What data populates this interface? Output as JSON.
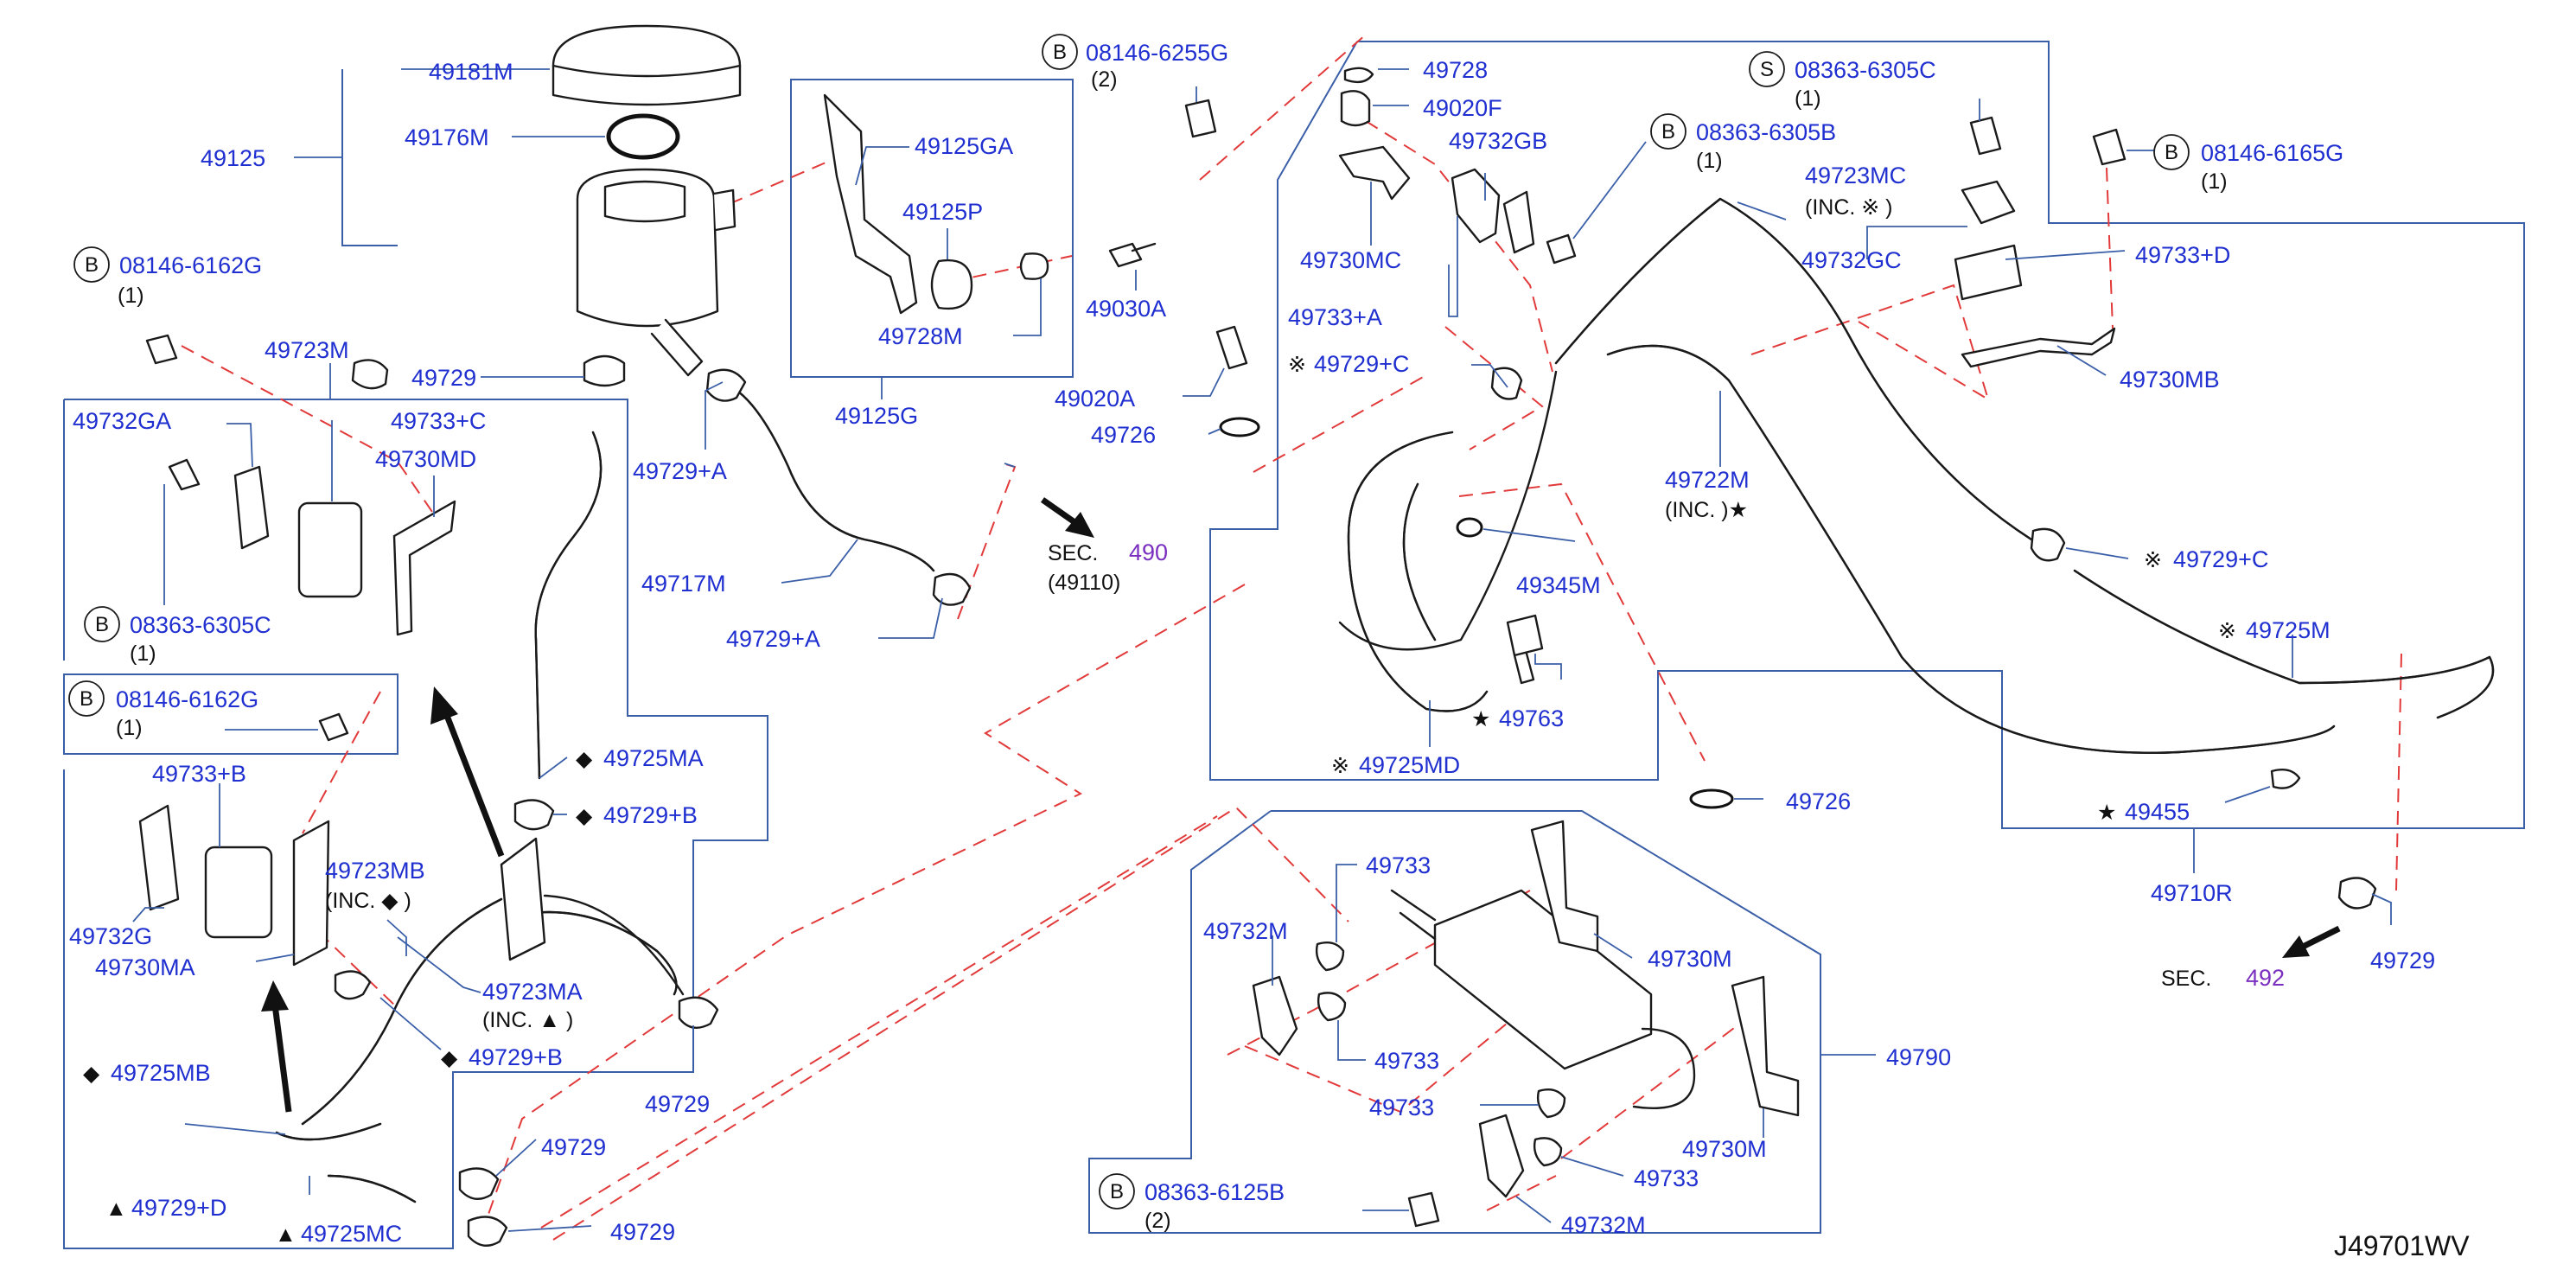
{
  "diagram_ref": "J49701WV",
  "fastener_prefix": "B",
  "fastener_prefix_s": "S",
  "parts": {
    "p49181M": "49181M",
    "p49176M": "49176M",
    "p49125": "49125",
    "p49125GA": "49125GA",
    "p49125P": "49125P",
    "p49030A": "49030A",
    "p49728M": "49728M",
    "p49125G": "49125G",
    "p49723M": "49723M",
    "p49729_top": "49729",
    "p49732GA": "49732GA",
    "p49733C": "49733+C",
    "p49730MD": "49730MD",
    "p49729A_1": "49729+A",
    "p49717M": "49717M",
    "p49729A_2": "49729+A",
    "p49725MA": "49725MA",
    "p49729B_1": "49729+B",
    "p49733B": "49733+B",
    "p49723MB": "49723MB",
    "p49732G": "49732G",
    "p49730MA": "49730MA",
    "p49723MA": "49723MA",
    "p49729B_2": "49729+B",
    "p49729_mid": "49729",
    "p49725MB": "49725MB",
    "p49729_low1": "49729",
    "p49729D": "49729+D",
    "p49725MC": "49725MC",
    "p49729_low2": "49729",
    "p49728": "49728",
    "p49020F": "49020F",
    "p49732GB": "49732GB",
    "p49730MC": "49730MC",
    "p49733A": "49733+A",
    "p49729C_1": "49729+C",
    "p49020A": "49020A",
    "p49726_1": "49726",
    "p49723MC": "49723MC",
    "p49732GC": "49732GC",
    "p49733D": "49733+D",
    "p49730MB": "49730MB",
    "p49722M": "49722M",
    "p49345M": "49345M",
    "p49763": "49763",
    "p49725MD": "49725MD",
    "p49726_2": "49726",
    "p49729C_2": "49729+C",
    "p49725M": "49725M",
    "p49455": "49455",
    "p49710R": "49710R",
    "p49729_right": "49729",
    "p49733_1": "49733",
    "p49732M_1": "49732M",
    "p49730M_1": "49730M",
    "p49733_2": "49733",
    "p49790": "49790",
    "p49733_3": "49733",
    "p49730M_2": "49730M",
    "p49733_4": "49733",
    "p49732M_2": "49732M"
  },
  "fasteners": {
    "b1": {
      "code": "08146-6162G",
      "qty": "(1)"
    },
    "b2": {
      "code": "08363-6305C",
      "qty": "(1)"
    },
    "b3": {
      "code": "08146-6162G",
      "qty": "(1)"
    },
    "b4": {
      "code": "08146-6255G",
      "qty": "(2)"
    },
    "s1": {
      "code": "08363-6305C",
      "qty": "(1)"
    },
    "b5": {
      "code": "08363-6305B",
      "qty": "(1)"
    },
    "b6": {
      "code": "08146-6165G",
      "qty": "(1)"
    },
    "b7": {
      "code": "08363-6125B",
      "qty": "(2)"
    }
  },
  "notes": {
    "inc_diamond": "(INC. ◆ )",
    "inc_triangle": "(INC. ▲ )",
    "inc_ref": "(INC. ※ )",
    "inc_star": "(INC. )★",
    "sec": "SEC.",
    "sec_490": "490",
    "sec_490_sub": "(49110)",
    "sec_492": "492",
    "mark_diamond": "◆",
    "mark_triangle": "▲",
    "mark_ref": "※",
    "mark_star": "★"
  }
}
